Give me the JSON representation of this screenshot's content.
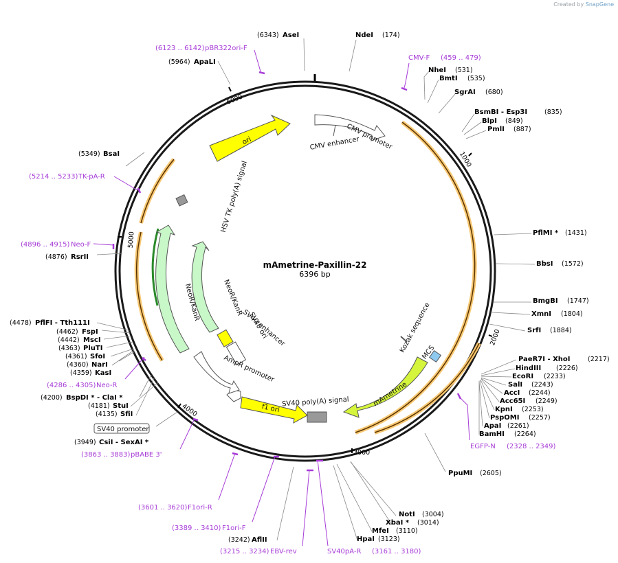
{
  "credit": {
    "prefix": "Created by",
    "brand": "SnapGene"
  },
  "plasmid": {
    "name": "mAmetrine-Paxillin-22",
    "length": "6396 bp"
  },
  "ticks": [
    "1000",
    "2000",
    "3000",
    "4000",
    "5000",
    "6000"
  ],
  "sites": [
    {
      "pos": "(174)",
      "name": "NdeI"
    },
    {
      "pos": "(531)",
      "name": "NheI"
    },
    {
      "pos": "(535)",
      "name": "BmtI"
    },
    {
      "pos": "(680)",
      "name": "SgrAI"
    },
    {
      "pos": "(835)",
      "name": "BsmBI - Esp3I"
    },
    {
      "pos": "(849)",
      "name": "BlpI"
    },
    {
      "pos": "(887)",
      "name": "PmlI"
    },
    {
      "pos": "(1431)",
      "name": "PflMI *"
    },
    {
      "pos": "(1572)",
      "name": "BbsI"
    },
    {
      "pos": "(1747)",
      "name": "BmgBI"
    },
    {
      "pos": "(1804)",
      "name": "XmnI"
    },
    {
      "pos": "(1884)",
      "name": "SrfI"
    },
    {
      "pos": "(2217)",
      "name": "PaeR7I - XhoI"
    },
    {
      "pos": "(2226)",
      "name": "HindIII"
    },
    {
      "pos": "(2233)",
      "name": "EcoRI"
    },
    {
      "pos": "(2243)",
      "name": "SalI"
    },
    {
      "pos": "(2244)",
      "name": "AccI"
    },
    {
      "pos": "(2249)",
      "name": "Acc65I"
    },
    {
      "pos": "(2253)",
      "name": "KpnI"
    },
    {
      "pos": "(2257)",
      "name": "PspOMI"
    },
    {
      "pos": "(2261)",
      "name": "ApaI"
    },
    {
      "pos": "(2264)",
      "name": "BamHI"
    },
    {
      "pos": "(2605)",
      "name": "PpuMI"
    },
    {
      "pos": "(3004)",
      "name": "NotI"
    },
    {
      "pos": "(3014)",
      "name": "XbaI *"
    },
    {
      "pos": "(3110)",
      "name": "MfeI"
    },
    {
      "pos": "(3123)",
      "name": "HpaI"
    },
    {
      "pos": "(3242)",
      "name": "AflII"
    },
    {
      "pos": "(3949)",
      "name": "CsiI - SexAI *"
    },
    {
      "pos": "(4135)",
      "name": "SfiI"
    },
    {
      "pos": "(4181)",
      "name": "StuI"
    },
    {
      "pos": "(4200)",
      "name": "BspDI * - ClaI *"
    },
    {
      "pos": "(4359)",
      "name": "KasI"
    },
    {
      "pos": "(4360)",
      "name": "NarI"
    },
    {
      "pos": "(4361)",
      "name": "SfoI"
    },
    {
      "pos": "(4363)",
      "name": "PluTI"
    },
    {
      "pos": "(4442)",
      "name": "MscI"
    },
    {
      "pos": "(4462)",
      "name": "FspI"
    },
    {
      "pos": "(4478)",
      "name": "PflFI - Tth111I"
    },
    {
      "pos": "(4876)",
      "name": "RsrII"
    },
    {
      "pos": "(5349)",
      "name": "BsaI"
    },
    {
      "pos": "(5964)",
      "name": "ApaLI"
    },
    {
      "pos": "(6343)",
      "name": "AseI"
    }
  ],
  "primers": [
    {
      "name": "CMV-F",
      "pos": "(459 .. 479)"
    },
    {
      "name": "EGFP-N",
      "pos": "(2328 .. 2349)"
    },
    {
      "name": "SV40pA-R",
      "pos": "(3161 .. 3180)"
    },
    {
      "name": "EBV-rev",
      "pos": "(3215 .. 3234)"
    },
    {
      "name": "F1ori-F",
      "pos": "(3389 .. 3410)"
    },
    {
      "name": "F1ori-R",
      "pos": "(3601 .. 3620)"
    },
    {
      "name": "pBABE 3'",
      "pos": "(3863 .. 3883)"
    },
    {
      "name": "Neo-R",
      "pos": "(4286 .. 4305)"
    },
    {
      "name": "Neo-F",
      "pos": "(4896 .. 4915)"
    },
    {
      "name": "TK-pA-R",
      "pos": "(5214 .. 5233)"
    },
    {
      "name": "pBR322ori-F",
      "pos": "(6123 .. 6142)"
    }
  ],
  "features": {
    "cmv_enhancer": "CMV enhancer",
    "cmv_promoter": "CMV promoter",
    "kozak": "Kozak sequence",
    "mcs": "MCS",
    "mametrine": "mAmetrine",
    "sv40_polya": "SV40 poly(A) signal",
    "f1_ori": "f1 ori",
    "ampr_promoter": "AmpR promoter",
    "sv40_promoter": "SV40 promoter",
    "sv40_ori": "SV40 ori",
    "sv40_enhancer": "SV40 enhancer",
    "neo_kan_1": "NeoR/KanR",
    "neo_kan_2": "NeoR/KanR",
    "hsv_tk": "HSV TK poly(A) signal",
    "ori": "ori"
  },
  "colors": {
    "backbone": "#1a1a1a",
    "primer": "#a63bd6",
    "orf_orange": "#f5a623",
    "ori_yellow": "#ffff00",
    "neo_green": "#c8f7c8",
    "mametrine": "#d4f53c",
    "mcs_blue": "#8ec9f0",
    "gray_feature": "#999999"
  }
}
